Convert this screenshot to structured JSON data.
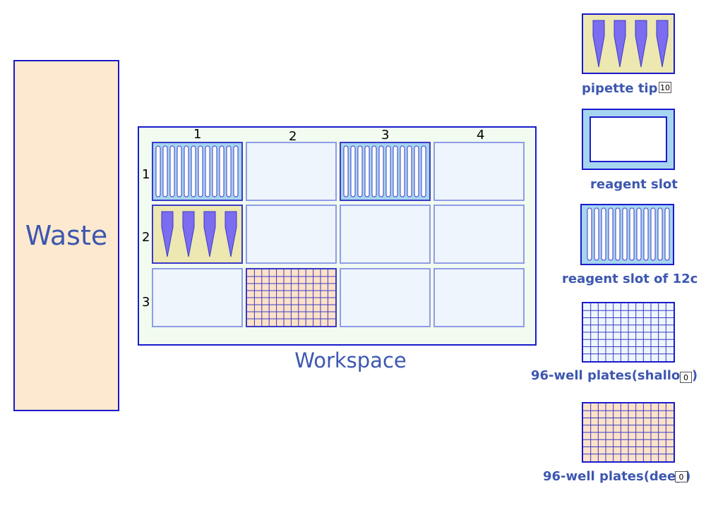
{
  "waste": {
    "label": "Waste"
  },
  "workspace": {
    "label": "Workspace",
    "columns": [
      "1",
      "2",
      "3",
      "4"
    ],
    "rows": [
      "1",
      "2",
      "3"
    ],
    "slots": [
      {
        "row": 1,
        "col": 1,
        "content": "reagent slot of 12c"
      },
      {
        "row": 1,
        "col": 2,
        "content": "empty"
      },
      {
        "row": 1,
        "col": 3,
        "content": "reagent slot of 12c"
      },
      {
        "row": 1,
        "col": 4,
        "content": "empty"
      },
      {
        "row": 2,
        "col": 1,
        "content": "pipette tip"
      },
      {
        "row": 2,
        "col": 2,
        "content": "empty"
      },
      {
        "row": 2,
        "col": 3,
        "content": "empty"
      },
      {
        "row": 2,
        "col": 4,
        "content": "empty"
      },
      {
        "row": 3,
        "col": 1,
        "content": "empty"
      },
      {
        "row": 3,
        "col": 2,
        "content": "96-well plates(deep)"
      },
      {
        "row": 3,
        "col": 3,
        "content": "empty"
      },
      {
        "row": 3,
        "col": 4,
        "content": "empty"
      }
    ]
  },
  "palette": {
    "pipette_tip": {
      "label": "pipette tip",
      "count": "10"
    },
    "reagent_slot": {
      "label": "reagent slot"
    },
    "reagent_slot_12c": {
      "label": "reagent slot of 12c"
    },
    "plate_shallow": {
      "label": "96-well plates(shallow)",
      "count": "0"
    },
    "plate_deep": {
      "label": "96-well plates(deep)",
      "count": "0"
    }
  },
  "colors": {
    "border_blue": "#1a1acc",
    "label_blue": "#3d57b0",
    "tip_fill": "#7b6cf0",
    "tip_bg": "#ede7b1",
    "reagent_bg": "#a6d5ef",
    "deep_plate_bg": "#fde2c8"
  }
}
